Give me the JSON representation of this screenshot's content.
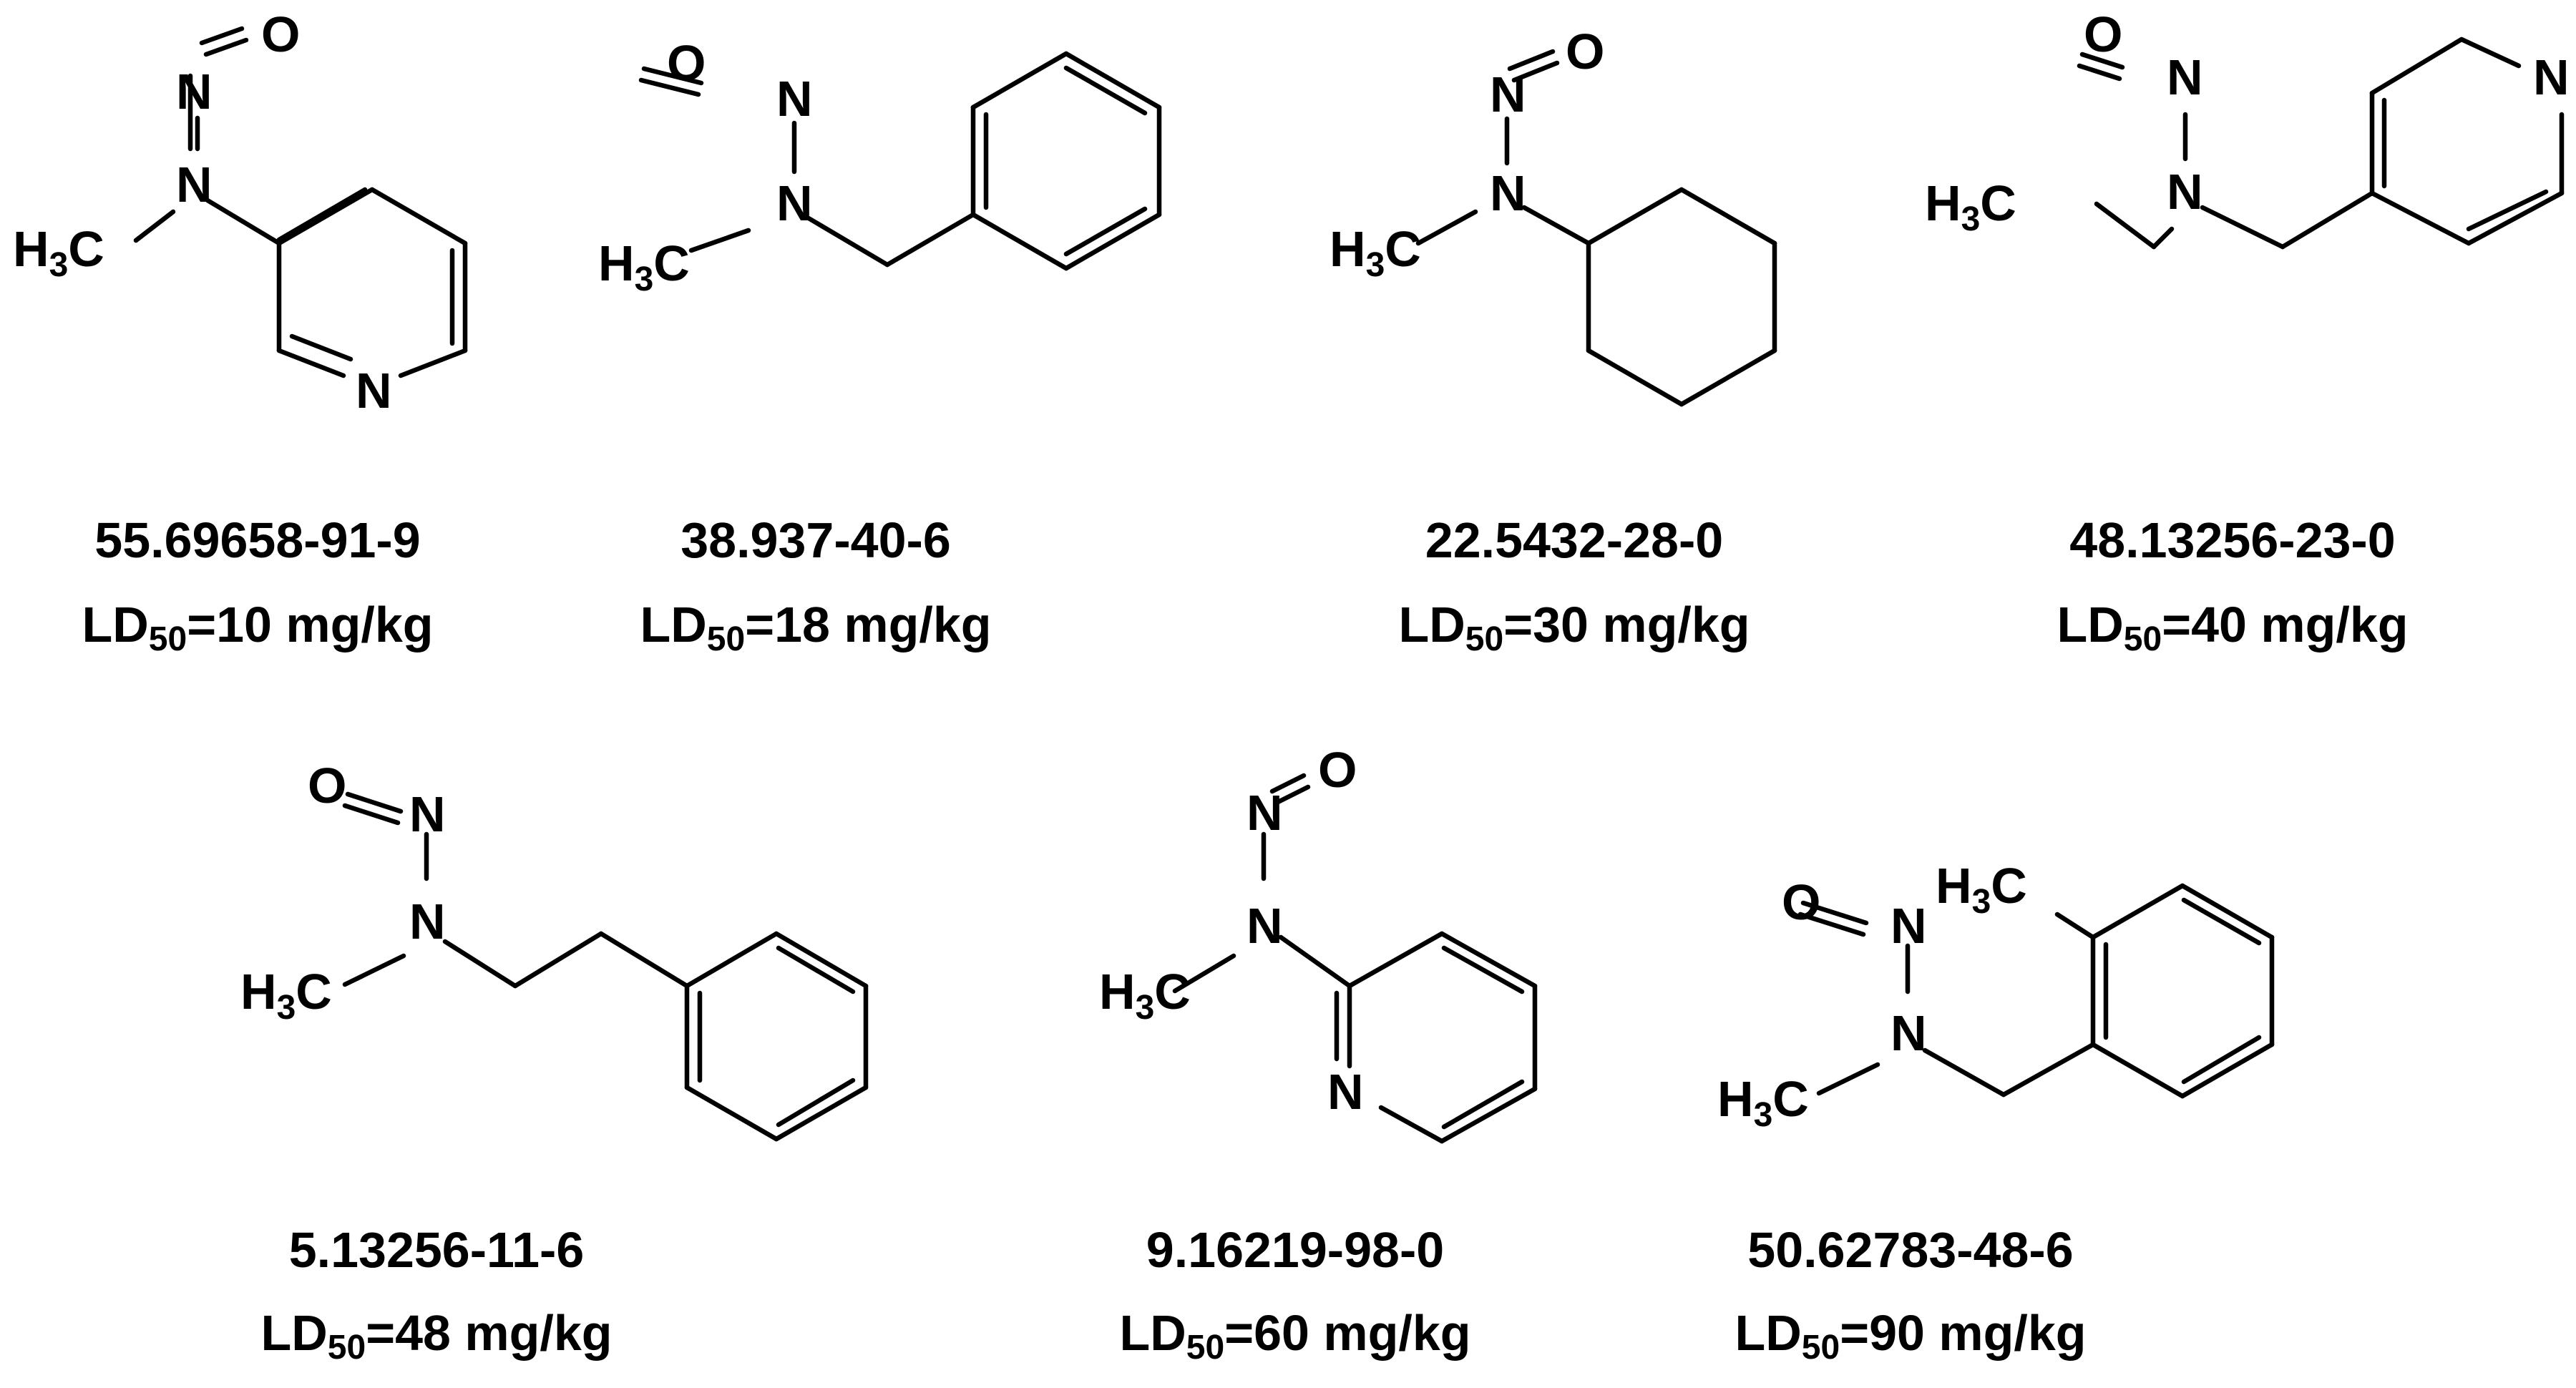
{
  "compounds": [
    {
      "id": "55.69658-91-9",
      "ld50_prefix": "LD",
      "ld50_sub": "50",
      "ld50_value": "=10 mg/kg",
      "atoms": {
        "o": "O",
        "n1": "N",
        "n2": "N",
        "me": "H3C",
        "ring_n": "N"
      }
    },
    {
      "id": "38.937-40-6",
      "ld50_prefix": "LD",
      "ld50_sub": "50",
      "ld50_value": "=18 mg/kg",
      "atoms": {
        "o": "O",
        "n1": "N",
        "n2": "N",
        "me": "H3C"
      }
    },
    {
      "id": "22.5432-28-0",
      "ld50_prefix": "LD",
      "ld50_sub": "50",
      "ld50_value": "=30 mg/kg",
      "atoms": {
        "o": "O",
        "n1": "N",
        "n2": "N",
        "me": "H3C"
      }
    },
    {
      "id": "48.13256-23-0",
      "ld50_prefix": "LD",
      "ld50_sub": "50",
      "ld50_value": "=40 mg/kg",
      "atoms": {
        "o": "O",
        "n1": "N",
        "n2": "N",
        "me": "H3C",
        "ring_n": "N"
      }
    },
    {
      "id": "5.13256-11-6",
      "ld50_prefix": "LD",
      "ld50_sub": "50",
      "ld50_value": "=48 mg/kg",
      "atoms": {
        "o": "O",
        "n1": "N",
        "n2": "N",
        "me": "H3C"
      }
    },
    {
      "id": "9.16219-98-0",
      "ld50_prefix": "LD",
      "ld50_sub": "50",
      "ld50_value": "=60 mg/kg",
      "atoms": {
        "o": "O",
        "n1": "N",
        "n2": "N",
        "me": "H3C",
        "ring_n": "N"
      }
    },
    {
      "id": "50.62783-48-6",
      "ld50_prefix": "LD",
      "ld50_sub": "50",
      "ld50_value": "=90 mg/kg",
      "atoms": {
        "o": "O",
        "n1": "N",
        "n2": "N",
        "me": "H3C",
        "me2": "H3C"
      }
    }
  ]
}
